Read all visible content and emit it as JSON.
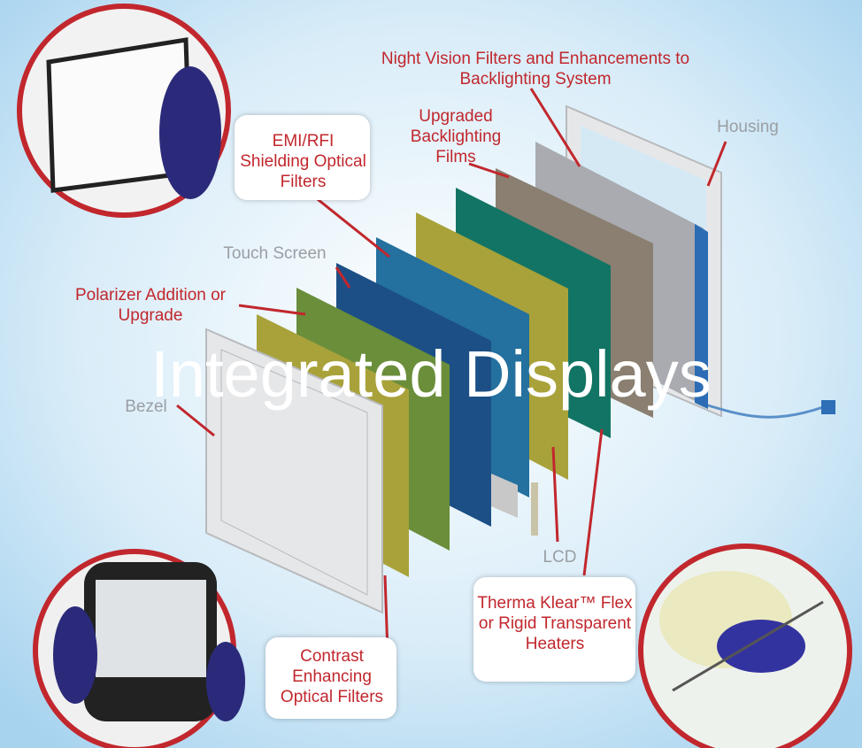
{
  "title": "Integrated Displays",
  "labels": {
    "night_vision": "Night Vision Filters and Enhancements to Backlighting System",
    "housing": "Housing",
    "upgraded_backlighting": "Upgraded Backlighting Films",
    "emi_rfi": "EMI/RFI Shielding Optical Filters",
    "touch_screen": "Touch Screen",
    "polarizer": "Polarizer Addition or Upgrade",
    "bezel": "Bezel",
    "lcd": "LCD",
    "therma_klear": "Therma Klear™ Flex or Rigid Transparent Heaters",
    "contrast": "Contrast Enhancing Optical Filters"
  },
  "colors": {
    "accent_red": "#c1272d",
    "yellow_layer": "#a9a23a",
    "green_layer": "#6a8e3a",
    "dark_blue_layer": "#1c4f86",
    "mid_blue_layer": "#24709e",
    "teal_layer": "#127464",
    "taupe_layer": "#8a7f70",
    "gray_layer": "#a9abb0"
  }
}
